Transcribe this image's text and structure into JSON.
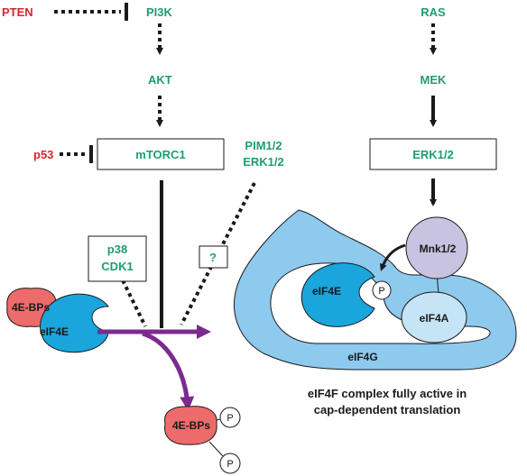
{
  "colors": {
    "inhibitor_text": "#d9252d",
    "kinase_text": "#1e9e72",
    "eif4e_fill": "#1aa5dd",
    "eif4g_fill": "#8ec9ee",
    "eif4a_fill": "#c5e4f6",
    "bp_fill": "#ee6b6b",
    "mnk_fill": "#c8c3e0",
    "release_arrow": "#7b2b8f"
  },
  "nodes": {
    "pten": "PTEN",
    "pi3k": "PI3K",
    "akt": "AKT",
    "p53": "p53",
    "mtorc1": "mTORC1",
    "pim_line1": "PIM1/2",
    "pim_line2": "ERK1/2",
    "ras": "RAS",
    "mek": "MEK",
    "erk": "ERK1/2",
    "p38": "p38",
    "cdk1": "CDK1",
    "question": "?",
    "bp_bound": "4E-BPs",
    "eif4e_bound": "eIF4E",
    "bp_released": "4E-BPs",
    "phospho": "P",
    "mnk": "Mnk1/2",
    "eif4e_complex": "eIF4E",
    "eif4a": "eIF4A",
    "eif4g": "eIF4G",
    "caption_line1": "eIF4F complex fully active in",
    "caption_line2": "cap-dependent translation"
  }
}
